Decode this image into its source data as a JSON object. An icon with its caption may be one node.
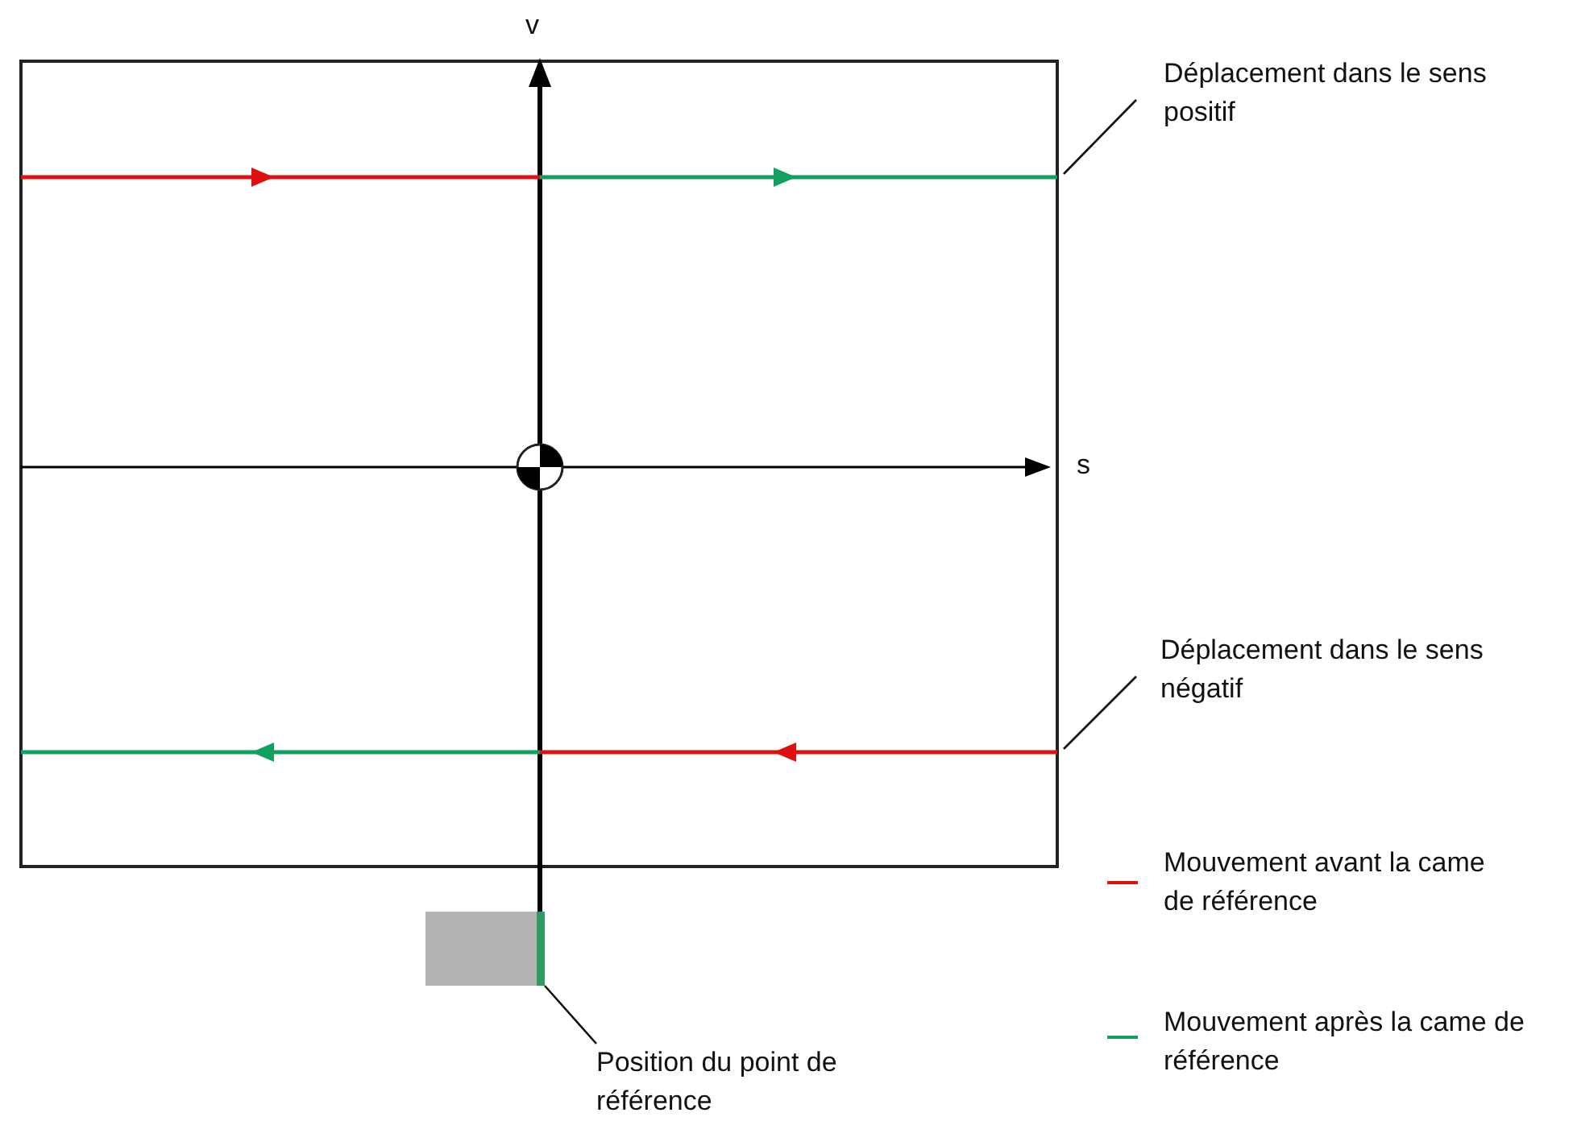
{
  "diagram": {
    "nodes": [
      {
        "text": [
          "Déplacement dans le sens positif"
        ]
      },
      {
        "text": [
          "Déplacement dans le sens négatif"
        ]
      },
      {
        "text": [],
        "shape": "box"
      },
      {
        "text": [
          "Position du point de référence"
        ]
      }
    ],
    "edges": [
      {
        "from": 0,
        "to": null,
        "arrow": "none"
      },
      {
        "from": 1,
        "to": null,
        "arrow": "none"
      },
      {
        "from": 3,
        "to": 2,
        "arrow": "none"
      }
    ],
    "labels": [
      "v",
      "s"
    ],
    "legend": [
      {
        "text": "Mouvement avant la came de référence",
        "color": "#e01010"
      },
      {
        "text": "Mouvement après la came de référence",
        "color": "#10a060"
      }
    ]
  }
}
